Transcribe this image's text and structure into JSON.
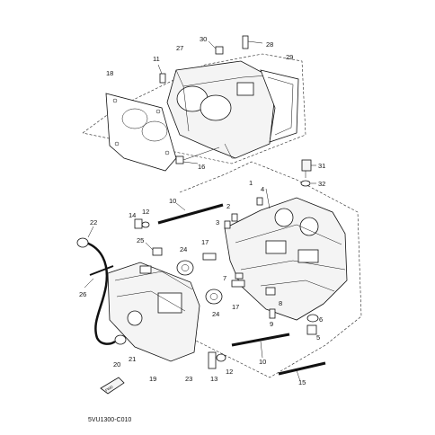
{
  "callouts": [
    {
      "id": "1",
      "label": "1"
    },
    {
      "id": "2",
      "label": "2"
    },
    {
      "id": "3",
      "label": "3"
    },
    {
      "id": "4",
      "label": "4"
    },
    {
      "id": "5",
      "label": "5"
    },
    {
      "id": "6",
      "label": "6"
    },
    {
      "id": "7",
      "label": "7"
    },
    {
      "id": "8",
      "label": "8"
    },
    {
      "id": "9",
      "label": "9"
    },
    {
      "id": "10a",
      "label": "10"
    },
    {
      "id": "10b",
      "label": "10"
    },
    {
      "id": "11",
      "label": "11"
    },
    {
      "id": "12a",
      "label": "12"
    },
    {
      "id": "12b",
      "label": "12"
    },
    {
      "id": "13",
      "label": "13"
    },
    {
      "id": "14",
      "label": "14"
    },
    {
      "id": "15",
      "label": "15"
    },
    {
      "id": "16",
      "label": "16"
    },
    {
      "id": "17a",
      "label": "17"
    },
    {
      "id": "17b",
      "label": "17"
    },
    {
      "id": "18",
      "label": "18"
    },
    {
      "id": "19",
      "label": "19"
    },
    {
      "id": "20",
      "label": "20"
    },
    {
      "id": "21",
      "label": "21"
    },
    {
      "id": "22",
      "label": "22"
    },
    {
      "id": "23",
      "label": "23"
    },
    {
      "id": "24a",
      "label": "24"
    },
    {
      "id": "24b",
      "label": "24"
    },
    {
      "id": "25",
      "label": "25"
    },
    {
      "id": "26",
      "label": "26"
    },
    {
      "id": "27",
      "label": "27"
    },
    {
      "id": "28",
      "label": "28"
    },
    {
      "id": "29",
      "label": "29"
    },
    {
      "id": "30",
      "label": "30"
    },
    {
      "id": "31",
      "label": "31"
    },
    {
      "id": "32",
      "label": "32"
    }
  ],
  "diagram_code": "5VU1300-C010",
  "fwd_badge": "FWD"
}
